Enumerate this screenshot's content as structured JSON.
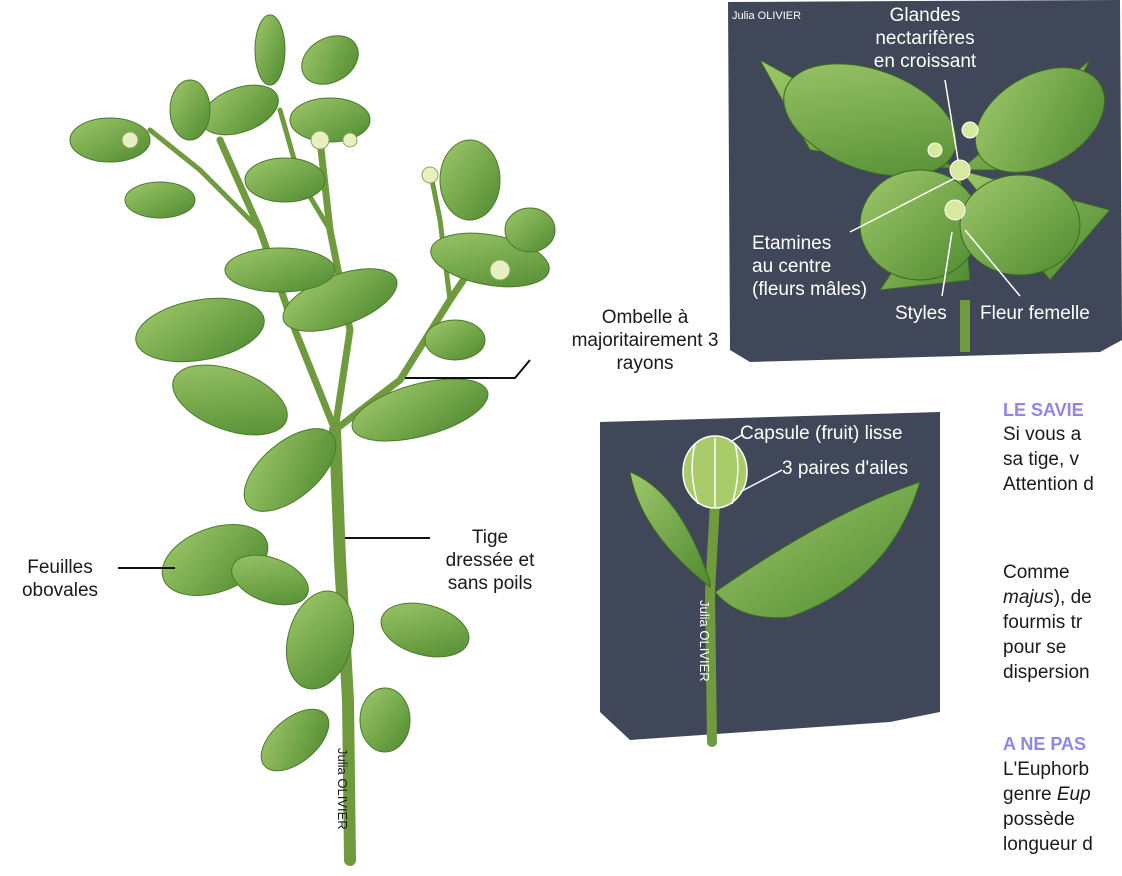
{
  "colors": {
    "leaf": "#5f9a3a",
    "leaf_light": "#9fc86a",
    "stem": "#6f9a3e",
    "slate": "#3f4758",
    "heading": "#8f87e6"
  },
  "plant": {
    "credit": "Julia OLIVIER",
    "labels": {
      "umbel": [
        "Ombelle à",
        "majoritairement 3",
        "rayons"
      ],
      "stem": [
        "Tige",
        "dressée et",
        "sans poils"
      ],
      "leaves": [
        "Feuilles",
        "obovales"
      ]
    }
  },
  "flower_panel": {
    "credit": "Julia OLIVIER",
    "labels": {
      "glands": [
        "Glandes",
        "nectarifères",
        "en croissant"
      ],
      "stamens": [
        "Etamines",
        "au centre",
        "(fleurs mâles)"
      ],
      "styles": "Styles",
      "female": "Fleur femelle"
    }
  },
  "fruit_panel": {
    "credit": "Julia OLIVIER",
    "labels": {
      "capsule": "Capsule (fruit) lisse",
      "wings": "3 paires d'ailes"
    }
  },
  "text": {
    "heading1": "LE SAVIE",
    "p1": [
      "Si vous a",
      "sa tige, v",
      "Attention d"
    ],
    "p2_line1": "Comme",
    "p2_line2_italic": "majus",
    "p2_line2_rest": "), de",
    "p2_rest": [
      "fourmis tr",
      "pour se",
      "dispersion"
    ],
    "heading2": "A NE PAS",
    "p3_line1": "L'Euphorb",
    "p3_line2_a": "genre ",
    "p3_line2_italic": "Eup",
    "p3_rest": [
      "possède",
      "longueur d"
    ]
  }
}
